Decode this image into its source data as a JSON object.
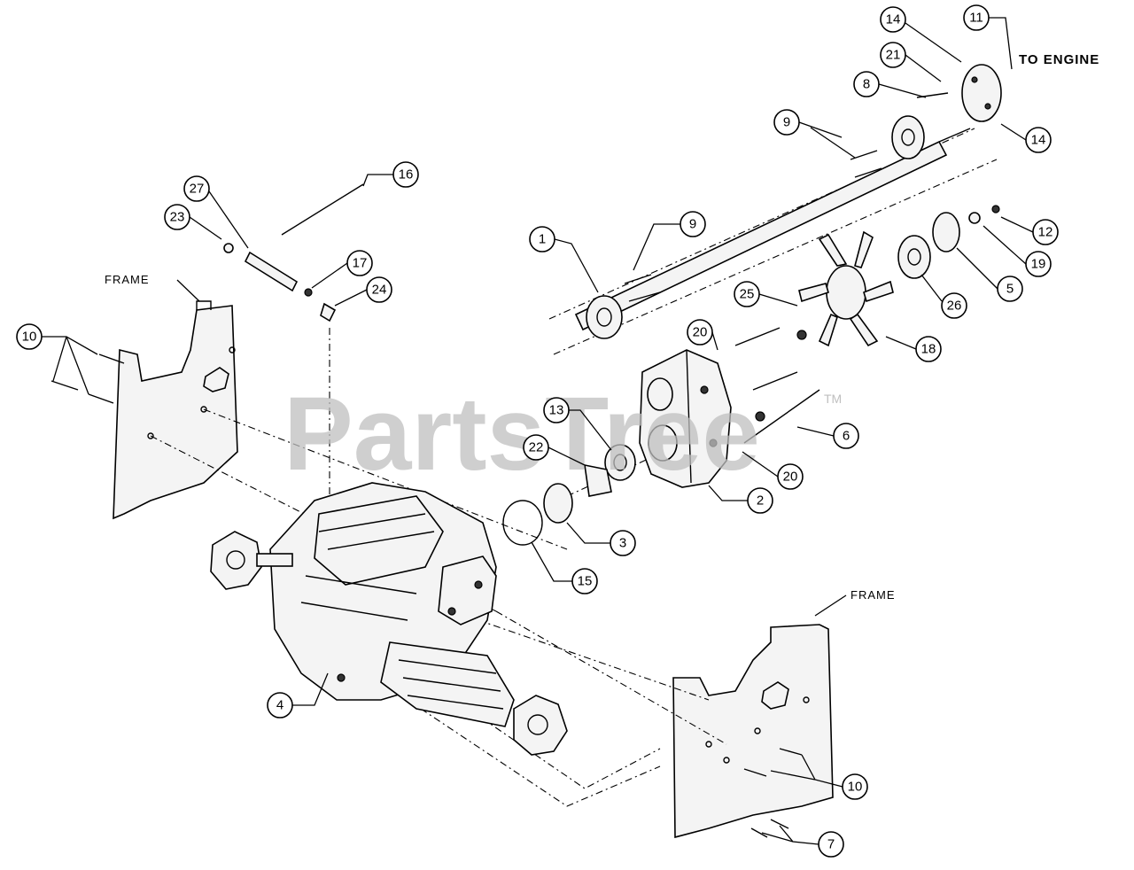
{
  "watermark": {
    "text": "PartsTree",
    "tm": "TM"
  },
  "labels": {
    "to_engine": "TO ENGINE",
    "frame_left": "FRAME",
    "frame_right": "FRAME"
  },
  "callouts": [
    "14",
    "11",
    "21",
    "8",
    "9",
    "14",
    "12",
    "19",
    "5",
    "26",
    "16",
    "27",
    "23",
    "17",
    "24",
    "1",
    "9",
    "25",
    "18",
    "20",
    "6",
    "20",
    "13",
    "22",
    "2",
    "3",
    "15",
    "10",
    "4",
    "10",
    "7"
  ]
}
